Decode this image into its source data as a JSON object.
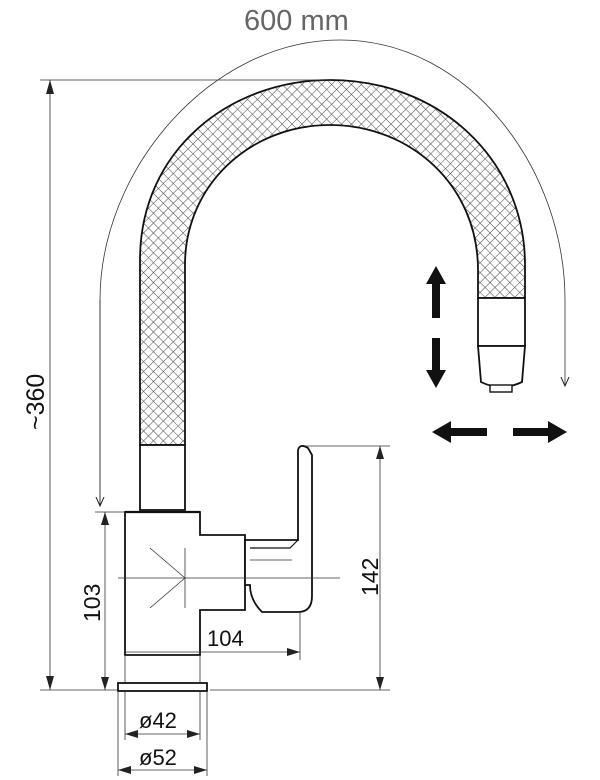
{
  "dimensions": {
    "hose_length": "600  mm",
    "total_height": "~360",
    "body_height": "103",
    "handle_height": "142",
    "spout_reach": "104",
    "inner_diameter": "ø42",
    "base_diameter": "ø52"
  },
  "arrows": {
    "vertical": "up-down-arrow-icon",
    "horizontal": "left-right-arrow-icon"
  }
}
